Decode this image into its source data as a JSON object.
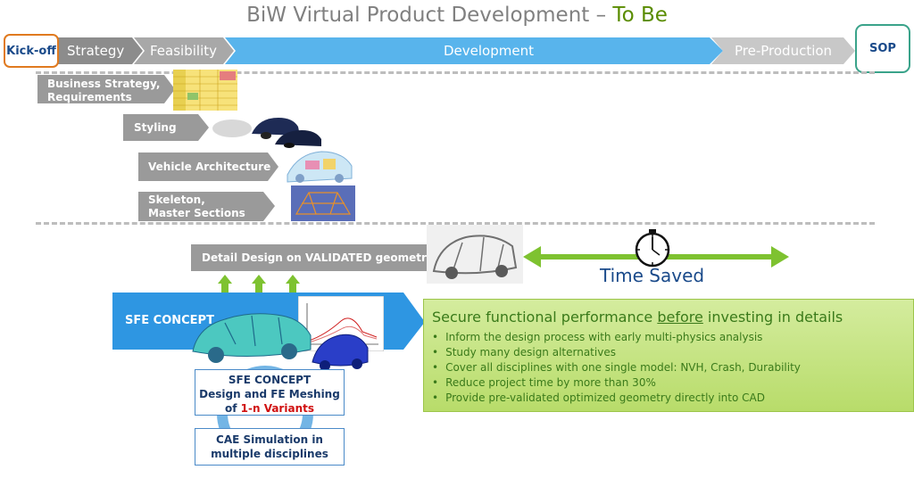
{
  "title": {
    "main": "BiW Virtual Product Development – ",
    "highlight": "To Be"
  },
  "timeline": {
    "kickoff": "Kick-off",
    "strategy": "Strategy",
    "feasibility": "Feasibility",
    "development": "Development",
    "preproduction": "Pre-Production",
    "sop": "SOP"
  },
  "stages": [
    {
      "line1": "Business Strategy,",
      "line2": "Requirements"
    },
    {
      "line1": "Styling",
      "line2": ""
    },
    {
      "line1": "Vehicle Architecture",
      "line2": ""
    },
    {
      "line1": "Skeleton,",
      "line2": "Master Sections"
    }
  ],
  "detail_design": "Detail Design on VALIDATED geometry",
  "time_saved": "Time Saved",
  "sfe_concept": "SFE CONCEPT",
  "sfe_box": {
    "line1": "SFE CONCEPT",
    "line2": "Design and FE Meshing",
    "line3_pre": "of ",
    "line3_red": "1-n Variants"
  },
  "cae_box": {
    "line1": "CAE Simulation in",
    "line2": "multiple disciplines"
  },
  "benefits": {
    "title_pre": "Secure functional performance ",
    "title_u": "before",
    "title_post": " investing in details",
    "items": [
      "Inform the design process with early multi-physics analysis",
      "Study many design alternatives",
      "Cover all disciplines with one single model: NVH, Crash, Durability",
      "Reduce project time by more than 30%",
      "Provide pre-validated optimized geometry directly into CAD"
    ]
  },
  "colors": {
    "accent_green": "#5a8c00",
    "timeline_blue": "#58b4ec",
    "kickoff_orange": "#e07a1f",
    "sop_teal": "#3aa38a"
  }
}
